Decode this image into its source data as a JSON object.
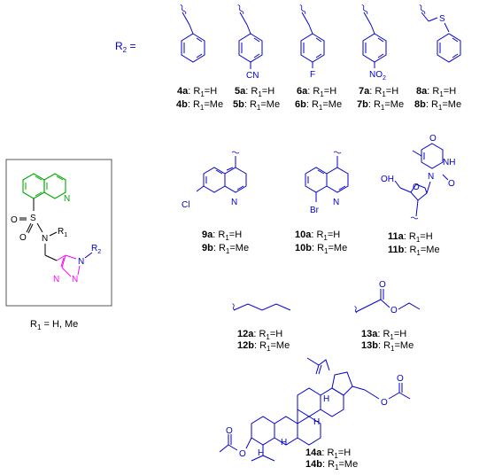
{
  "r2_header": "R",
  "r2_header_sub": "2",
  "r2_header_tail": " =",
  "core": {
    "atoms": {
      "s": "S",
      "o1": "O",
      "o2": "O",
      "n_sulf": "N",
      "r1": "R",
      "r1_sub": "1",
      "triazole_n1": "N",
      "triazole_n2": "N",
      "triazole_n3": "N",
      "r2": "R",
      "r2_sub": "2",
      "quinoline_n": "N"
    },
    "caption": "R",
    "caption_sub": "1",
    "caption_tail": " = H, Me"
  },
  "labels": [
    {
      "id": "4a",
      "cpd": "4a",
      "txt": ": R",
      "sub": "1",
      "val": "=H"
    },
    {
      "id": "4b",
      "cpd": "4b",
      "txt": ": R",
      "sub": "1",
      "val": "=Me"
    },
    {
      "id": "5a",
      "cpd": "5a",
      "txt": ": R",
      "sub": "1",
      "val": "=H"
    },
    {
      "id": "5b",
      "cpd": "5b",
      "txt": ": R",
      "sub": "1",
      "val": "=Me"
    },
    {
      "id": "6a",
      "cpd": "6a",
      "txt": ": R",
      "sub": "1",
      "val": "=H"
    },
    {
      "id": "6b",
      "cpd": "6b",
      "txt": ": R",
      "sub": "1",
      "val": "=Me"
    },
    {
      "id": "7a",
      "cpd": "7a",
      "txt": ": R",
      "sub": "1",
      "val": "=H"
    },
    {
      "id": "7b",
      "cpd": "7b",
      "txt": ": R",
      "sub": "1",
      "val": "=Me"
    },
    {
      "id": "8a",
      "cpd": "8a",
      "txt": ": R",
      "sub": "1",
      "val": "=H"
    },
    {
      "id": "8b",
      "cpd": "8b",
      "txt": ": R",
      "sub": "1",
      "val": "=Me"
    },
    {
      "id": "9a",
      "cpd": "9a",
      "txt": ": R",
      "sub": "1",
      "val": "=H"
    },
    {
      "id": "9b",
      "cpd": "9b",
      "txt": ": R",
      "sub": "1",
      "val": "=Me"
    },
    {
      "id": "10a",
      "cpd": "10a",
      "txt": ": R",
      "sub": "1",
      "val": "=H"
    },
    {
      "id": "10b",
      "cpd": "10b",
      "txt": ": R",
      "sub": "1",
      "val": "=Me"
    },
    {
      "id": "11a",
      "cpd": "11a",
      "txt": ": R",
      "sub": "1",
      "val": "=H"
    },
    {
      "id": "11b",
      "cpd": "11b",
      "txt": ": R",
      "sub": "1",
      "val": "=Me"
    },
    {
      "id": "12a",
      "cpd": "12a",
      "txt": ": R",
      "sub": "1",
      "val": "=H"
    },
    {
      "id": "12b",
      "cpd": "12b",
      "txt": ": R",
      "sub": "1",
      "val": "=Me"
    },
    {
      "id": "13a",
      "cpd": "13a",
      "txt": ": R",
      "sub": "1",
      "val": "=H"
    },
    {
      "id": "13b",
      "cpd": "13b",
      "txt": ": R",
      "sub": "1",
      "val": "=Me"
    },
    {
      "id": "14a",
      "cpd": "14a",
      "txt": ": R",
      "sub": "1",
      "val": "=H"
    },
    {
      "id": "14b",
      "cpd": "14b",
      "txt": ": R",
      "sub": "1",
      "val": "=Me"
    }
  ],
  "substituent_atoms": {
    "cn": "CN",
    "f": "F",
    "no2": "NO",
    "no2_sub": "2",
    "s8": "S",
    "cl": "Cl",
    "n9": "N",
    "br": "Br",
    "n10": "N",
    "oh11": "OH",
    "o11_ring": "O",
    "n11a": "N",
    "nh11": "NH",
    "o11_top": "O",
    "o11_right": "O",
    "o13_dbl": "O",
    "o13_est": "O",
    "h14a": "H",
    "h14b": "H",
    "h14c": "H",
    "h14d": "H",
    "o14_left": "O",
    "o14_left_dbl": "O",
    "o14_right": "O",
    "o14_right_dbl": "O"
  },
  "colors": {
    "r2_blue": "#0000cc",
    "quinoline_green": "#00aa00",
    "triazole_magenta": "#ff00ff",
    "oxygen_red": "#cc0000",
    "ink": "#000000"
  }
}
